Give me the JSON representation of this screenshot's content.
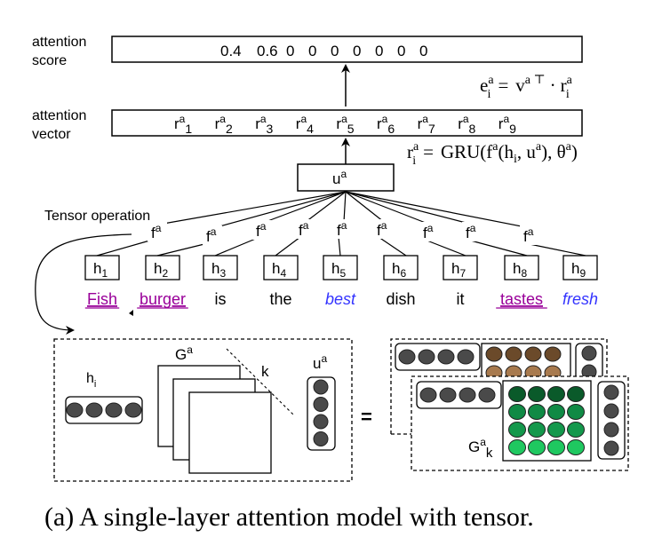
{
  "attention_score": {
    "label_line1": "attention",
    "label_line2": "score",
    "values": [
      "0.4",
      "0.6",
      "0",
      "0",
      "0",
      "0",
      "0",
      "0",
      "0"
    ]
  },
  "attention_vector": {
    "label_line1": "attention",
    "label_line2": "vector",
    "items": [
      {
        "base": "r",
        "sup": "a",
        "sub": "1"
      },
      {
        "base": "r",
        "sup": "a",
        "sub": "2"
      },
      {
        "base": "r",
        "sup": "a",
        "sub": "3"
      },
      {
        "base": "r",
        "sup": "a",
        "sub": "4"
      },
      {
        "base": "r",
        "sup": "a",
        "sub": "5"
      },
      {
        "base": "r",
        "sup": "a",
        "sub": "6"
      },
      {
        "base": "r",
        "sup": "a",
        "sub": "7"
      },
      {
        "base": "r",
        "sup": "a",
        "sub": "8"
      },
      {
        "base": "r",
        "sup": "a",
        "sub": "9"
      }
    ]
  },
  "equations": {
    "score": {
      "lhs_base": "e",
      "lhs_sup": "a",
      "lhs_sub": "i",
      "eq": "=",
      "v_base": "v",
      "v_sup": "a ⊤",
      "dot": "·",
      "r_base": "r",
      "r_sup": "a",
      "r_sub": "i"
    },
    "gru": {
      "lhs_base": "r",
      "lhs_sup": "a",
      "lhs_sub": "i",
      "eq": "=",
      "text1": "GRU(f",
      "f_sup": "a",
      "text2": "(h",
      "h_sub": "i",
      "text3": ", u",
      "u_sup": "a",
      "text4": "), θ",
      "theta_sup": "a",
      "text5": ")"
    }
  },
  "ua_node": {
    "base": "u",
    "sup": "a"
  },
  "tensor_operation_label": "Tensor operation",
  "f_label": {
    "base": "f",
    "sup": "a"
  },
  "hidden_states": [
    {
      "base": "h",
      "sub": "1"
    },
    {
      "base": "h",
      "sub": "2"
    },
    {
      "base": "h",
      "sub": "3"
    },
    {
      "base": "h",
      "sub": "4"
    },
    {
      "base": "h",
      "sub": "5"
    },
    {
      "base": "h",
      "sub": "6"
    },
    {
      "base": "h",
      "sub": "7"
    },
    {
      "base": "h",
      "sub": "8"
    },
    {
      "base": "h",
      "sub": "9"
    }
  ],
  "words": [
    {
      "text": "Fish",
      "style": "aspect"
    },
    {
      "text": "burger",
      "style": "aspect"
    },
    {
      "text": "is",
      "style": "plain"
    },
    {
      "text": "the",
      "style": "plain"
    },
    {
      "text": "best",
      "style": "opinion"
    },
    {
      "text": "dish",
      "style": "plain"
    },
    {
      "text": "it",
      "style": "plain"
    },
    {
      "text": "tastes",
      "style": "aspect"
    },
    {
      "text": "fresh",
      "style": "opinion"
    }
  ],
  "colors": {
    "aspect": "#990099",
    "opinion": "#3333ff",
    "plain": "#000000",
    "node_dark": "#4a4a4a",
    "brown_row1": "#6b4a2a",
    "brown_row2": "#a87a4e",
    "green_rows": [
      "#0a5a2a",
      "#108a45",
      "#14984c",
      "#1fc860"
    ]
  },
  "tensor_detail": {
    "hi_label": {
      "base": "h",
      "sub": "i"
    },
    "G_label": {
      "base": "G",
      "sup": "a"
    },
    "k_label": "k",
    "ua_label": {
      "base": "u",
      "sup": "a"
    },
    "equals": "=",
    "Gk_label": {
      "base": "G",
      "sup": "a",
      "sub": "k"
    }
  },
  "caption": "(a) A single-layer attention model with tensor."
}
